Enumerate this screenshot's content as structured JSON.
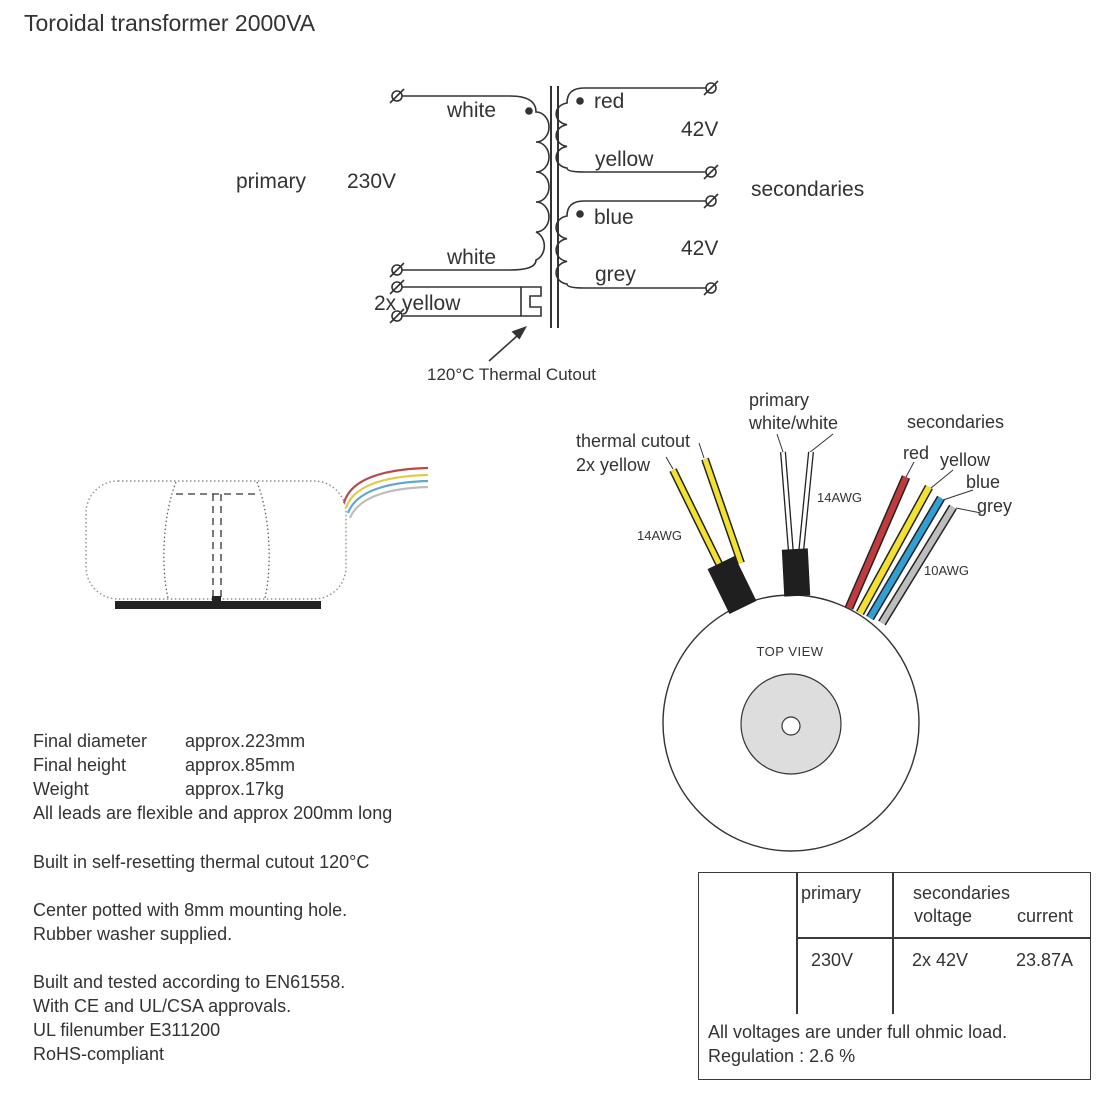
{
  "title": "Toroidal transformer 2000VA",
  "schematic": {
    "primary_label": "primary",
    "primary_voltage": "230V",
    "lead_top": "white",
    "lead_bottom": "white",
    "thermal_leads": "2x yellow",
    "thermal_cutout": "120°C Thermal Cutout",
    "secondaries_label": "secondaries",
    "sec1_start": "red",
    "sec1_end": "yellow",
    "sec1_voltage": "42V",
    "sec2_start": "blue",
    "sec2_end": "grey",
    "sec2_voltage": "42V"
  },
  "top_view": {
    "caption": "TOP VIEW",
    "thermal_line1": "thermal cutout",
    "thermal_line2": "2x yellow",
    "primary_line1": "primary",
    "primary_line2": "white/white",
    "secondaries_label": "secondaries",
    "wire_red": "red",
    "wire_yellow": "yellow",
    "wire_blue": "blue",
    "wire_grey": "grey",
    "gauge_thermal": "14AWG",
    "gauge_primary": "14AWG",
    "gauge_secondary": "10AWG"
  },
  "specs": {
    "rows": [
      {
        "label": "Final diameter",
        "value": "approx.223mm"
      },
      {
        "label": "Final height",
        "value": "approx.85mm"
      },
      {
        "label": "Weight",
        "value": "approx.17kg"
      }
    ],
    "leads_note": "All leads are flexible and approx 200mm long",
    "thermal_note": "Built in self-resetting thermal cutout 120°C",
    "mounting_note1": "Center potted with 8mm mounting hole.",
    "mounting_note2": "Rubber washer supplied.",
    "compliance": [
      "Built and tested according to EN61558.",
      "With CE and UL/CSA approvals.",
      "UL filenumber E311200",
      "RoHS-compliant"
    ]
  },
  "table": {
    "header_primary": "primary",
    "header_secondaries": "secondaries",
    "header_voltage": "voltage",
    "header_current": "current",
    "value_primary": "230V",
    "value_voltage": "2x 42V",
    "value_current": "23.87A",
    "note1": "All voltages are under full ohmic load.",
    "note2": "Regulation : 2.6 %"
  },
  "colors": {
    "wire_red": "#c13a3e",
    "wire_yellow": "#f2e12f",
    "wire_blue": "#2f9fd4",
    "wire_grey": "#bdbdbd",
    "sleeve_black": "#1f1f1f",
    "potting_grey": "#dddddd",
    "ink": "#333333"
  }
}
